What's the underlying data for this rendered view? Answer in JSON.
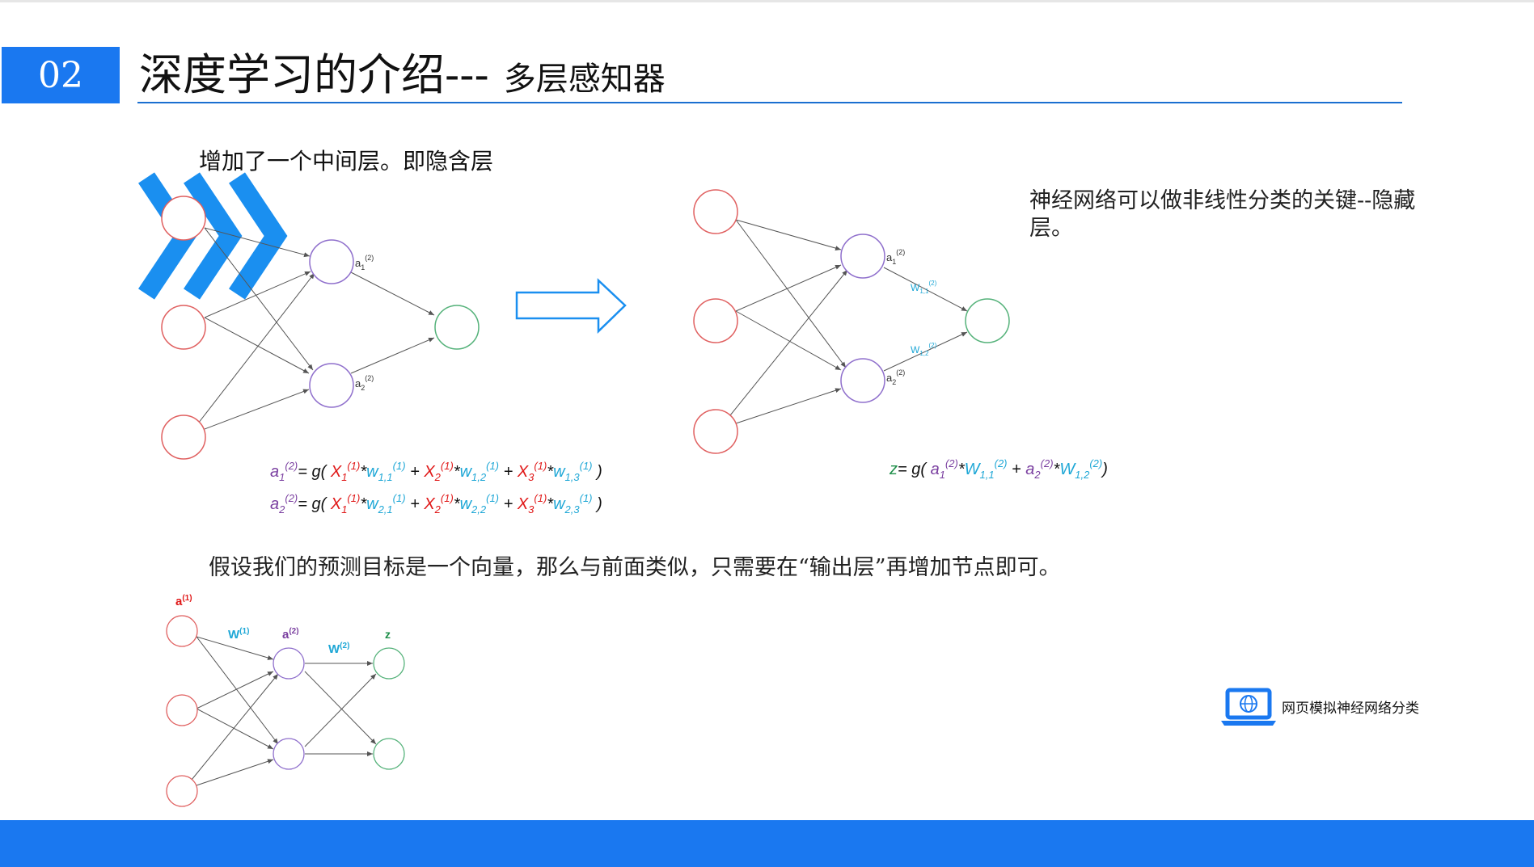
{
  "slide": {
    "number": "02",
    "title": "深度学习的介绍---",
    "subtitle": "多层感知器",
    "bullet": "增加了一个中间层。即隐含层",
    "side_note": "神经网络可以做非线性分类的关键--隐藏层。",
    "assumption": "假设我们的预测目标是一个向量，那么与前面类似，只需要在“输出层”再增加节点即可。",
    "sim_label": "网页模拟神经网络分类"
  },
  "diagram1": {
    "label_a1": "a",
    "label_a2": "a",
    "sub1": "1",
    "sub2": "2",
    "sup": "(2)"
  },
  "diagram2": {
    "label_a1": "a",
    "label_a2": "a",
    "sup": "(2)",
    "w11": "W",
    "w11_sub": "1,1",
    "w12": "W",
    "w12_sub": "1,2"
  },
  "diagram3": {
    "a1": "a",
    "a1_sup": "(1)",
    "w1": "W",
    "w1_sup": "(1)",
    "a2": "a",
    "a2_sup": "(2)",
    "w2": "W",
    "w2_sup": "(2)",
    "z": "z"
  },
  "formulas": {
    "f1": {
      "lhs": "a",
      "lhs_sub": "1",
      "sup2": "(2)",
      "sup1": "(1)",
      "eq": "= g(",
      "x": "X",
      "w": "w",
      "w_subs": [
        "1,1",
        "1,2",
        "1,3"
      ],
      "close": ")"
    },
    "f2": {
      "lhs": "a",
      "lhs_sub": "2",
      "w_subs": [
        "2,1",
        "2,2",
        "2,3"
      ]
    },
    "fz": {
      "z": "z",
      "eq": "= g(",
      "a": "a",
      "W": "W",
      "close": ")"
    }
  },
  "colors": {
    "accent": "#1a78f0",
    "input_node": "#e06060",
    "hidden_node": "#8f6fcc",
    "output_node": "#55b27a",
    "x_red": "#e01818",
    "w_cyan": "#1ea7d6",
    "a_purple": "#7a3fa0",
    "z_green": "#1f8f4a"
  },
  "icons": [
    "chevron-right-triple-icon",
    "right-arrow-icon",
    "laptop-globe-icon"
  ]
}
